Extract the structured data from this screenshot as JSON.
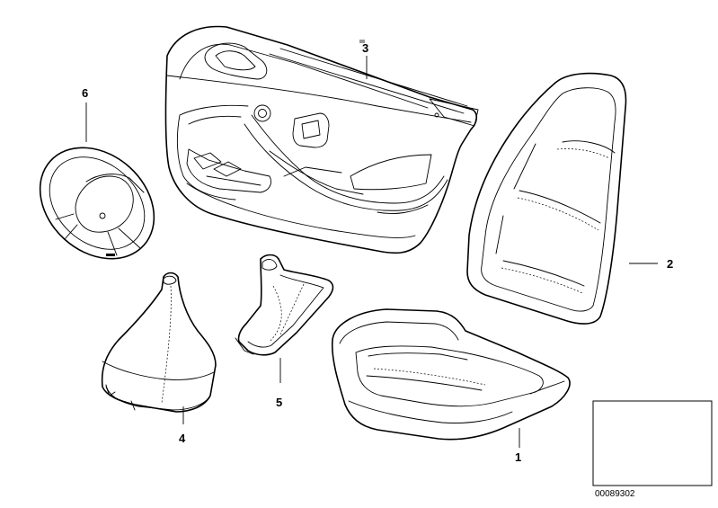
{
  "parts": [
    {
      "id": "seat-cushion",
      "callout": "1"
    },
    {
      "id": "seat-backrest",
      "callout": "2"
    },
    {
      "id": "door-trim-panel",
      "callout": "3"
    },
    {
      "id": "gearshift-boot",
      "callout": "4"
    },
    {
      "id": "handbrake-boot",
      "callout": "5"
    },
    {
      "id": "steering-wheel",
      "callout": "6"
    }
  ],
  "diagram_number": "00089302"
}
